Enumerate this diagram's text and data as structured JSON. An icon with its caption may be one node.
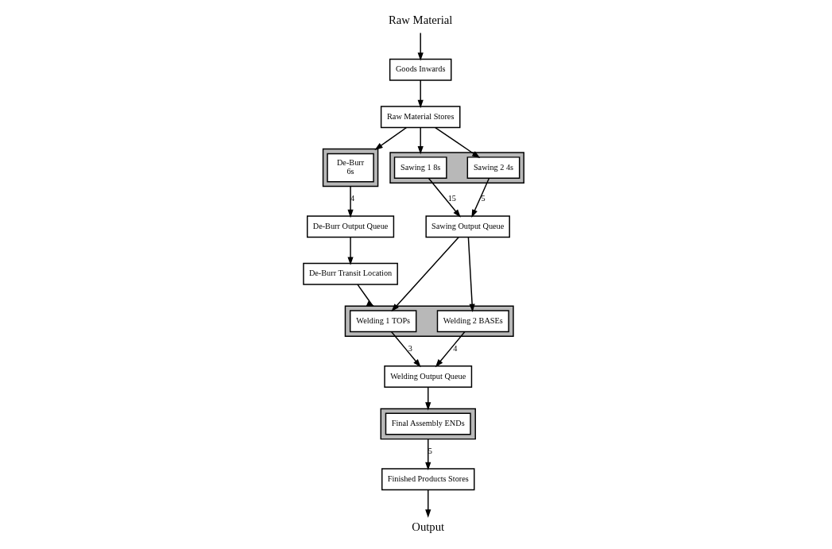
{
  "diagram": {
    "nodes": [
      {
        "text": [],
        "shape": "box"
      },
      {
        "text": [
          "De-Burr",
          "6s"
        ],
        "in": 0
      },
      {
        "text": [
          "De-Burr Output Queue"
        ]
      },
      {
        "text": [
          "De-Burr Transit Location"
        ]
      },
      {
        "text": [],
        "shape": "box"
      },
      {
        "text": [
          "Welding 1 TOPs"
        ],
        "in": 4
      },
      {
        "text": [
          "Welding 2 BASEs"
        ],
        "in": 4
      },
      {
        "text": [
          "Raw Material"
        ]
      },
      {
        "text": [
          "Sawing Output Queue"
        ]
      },
      {
        "text": [
          "Welding Output Queue"
        ]
      },
      {
        "text": [],
        "shape": "box"
      },
      {
        "text": [
          "Final Assembly ENDs"
        ],
        "in": 10
      },
      {
        "text": [
          "Goods Inwards"
        ]
      },
      {
        "text": [
          "Raw Material Stores"
        ]
      },
      {
        "text": [],
        "shape": "box"
      },
      {
        "text": [
          "Sawing 1 8s"
        ],
        "in": 14
      },
      {
        "text": [
          "Sawing 2 4s"
        ],
        "in": 14
      },
      {
        "text": [
          "Finished Products Stores"
        ]
      },
      {
        "text": [
          "Output"
        ]
      }
    ],
    "edges": [
      {
        "from": 0,
        "to": 2,
        "arrow": "to",
        "label": "4"
      },
      {
        "from": 2,
        "to": 3,
        "arrow": "to"
      },
      {
        "from": 3,
        "to": 4,
        "arrow": "to"
      },
      {
        "from": 8,
        "to": 5,
        "arrow": "to"
      },
      {
        "from": 8,
        "to": 6,
        "arrow": "to"
      },
      {
        "from": 5,
        "to": 9,
        "arrow": "to",
        "label": "3"
      },
      {
        "from": 6,
        "to": 9,
        "arrow": "to",
        "label": "4"
      },
      {
        "from": 9,
        "to": 10,
        "arrow": "to"
      },
      {
        "from": 10,
        "to": 17,
        "arrow": "to",
        "label": "5"
      },
      {
        "from": 17,
        "to": 18,
        "arrow": "to"
      },
      {
        "from": 7,
        "to": 12,
        "arrow": "to"
      },
      {
        "from": 12,
        "to": 13,
        "arrow": "to"
      },
      {
        "from": 13,
        "to": 14,
        "arrow": "to"
      },
      {
        "from": 13,
        "to": 16,
        "arrow": "to"
      },
      {
        "from": 13,
        "to": 0,
        "arrow": "to"
      },
      {
        "from": 15,
        "to": 8,
        "arrow": "to",
        "label": "15"
      },
      {
        "from": 16,
        "to": 8,
        "arrow": "to",
        "label": "5"
      }
    ]
  }
}
